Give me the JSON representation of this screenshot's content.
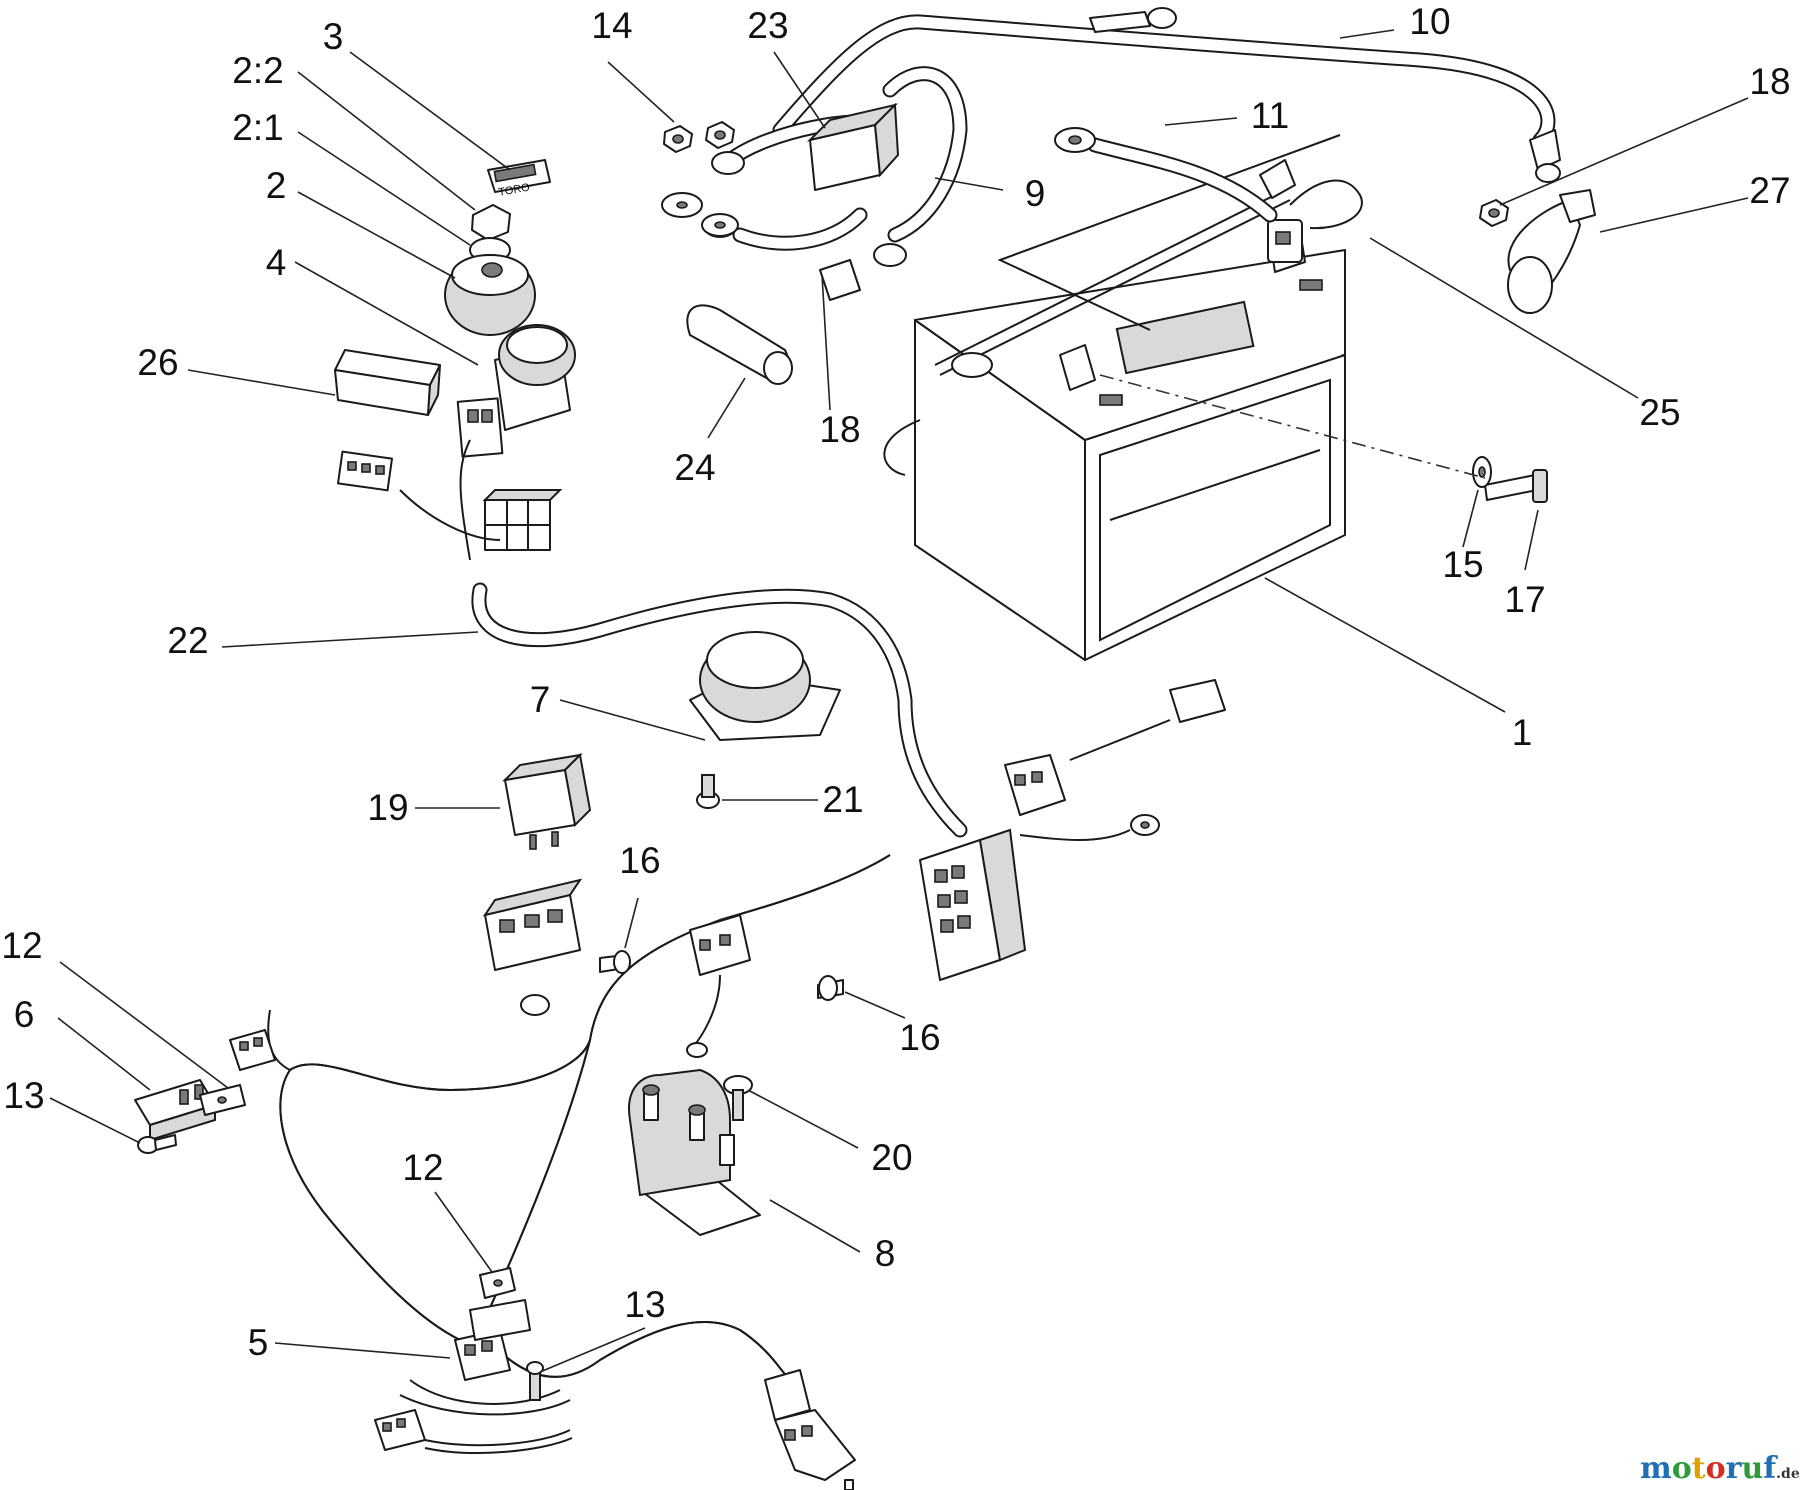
{
  "callouts": [
    {
      "id": "c-1",
      "text": "1"
    },
    {
      "id": "c-2",
      "text": "2"
    },
    {
      "id": "c-2-1",
      "text": "2:1"
    },
    {
      "id": "c-2-2",
      "text": "2:2"
    },
    {
      "id": "c-3",
      "text": "3"
    },
    {
      "id": "c-4",
      "text": "4"
    },
    {
      "id": "c-5",
      "text": "5"
    },
    {
      "id": "c-6",
      "text": "6"
    },
    {
      "id": "c-7",
      "text": "7"
    },
    {
      "id": "c-8",
      "text": "8"
    },
    {
      "id": "c-9",
      "text": "9"
    },
    {
      "id": "c-10",
      "text": "10"
    },
    {
      "id": "c-11",
      "text": "11"
    },
    {
      "id": "c-12a",
      "text": "12"
    },
    {
      "id": "c-12b",
      "text": "12"
    },
    {
      "id": "c-13a",
      "text": "13"
    },
    {
      "id": "c-13b",
      "text": "13"
    },
    {
      "id": "c-14",
      "text": "14"
    },
    {
      "id": "c-15",
      "text": "15"
    },
    {
      "id": "c-16a",
      "text": "16"
    },
    {
      "id": "c-16b",
      "text": "16"
    },
    {
      "id": "c-17",
      "text": "17"
    },
    {
      "id": "c-18a",
      "text": "18"
    },
    {
      "id": "c-18b",
      "text": "18"
    },
    {
      "id": "c-19",
      "text": "19"
    },
    {
      "id": "c-20",
      "text": "20"
    },
    {
      "id": "c-21",
      "text": "21"
    },
    {
      "id": "c-22",
      "text": "22"
    },
    {
      "id": "c-23",
      "text": "23"
    },
    {
      "id": "c-24",
      "text": "24"
    },
    {
      "id": "c-25",
      "text": "25"
    },
    {
      "id": "c-26",
      "text": "26"
    },
    {
      "id": "c-27",
      "text": "27"
    }
  ],
  "key_cap_text": "TORO",
  "watermark": {
    "letters": [
      "m",
      "o",
      "t",
      "o",
      "r",
      "u",
      "f"
    ],
    "letter_colors": [
      "#1f6fb5",
      "#2e9a3a",
      "#e0a000",
      "#d62d20",
      "#1f6fb5",
      "#2e9a3a",
      "#1f6fb5"
    ],
    "suffix": ".de"
  }
}
